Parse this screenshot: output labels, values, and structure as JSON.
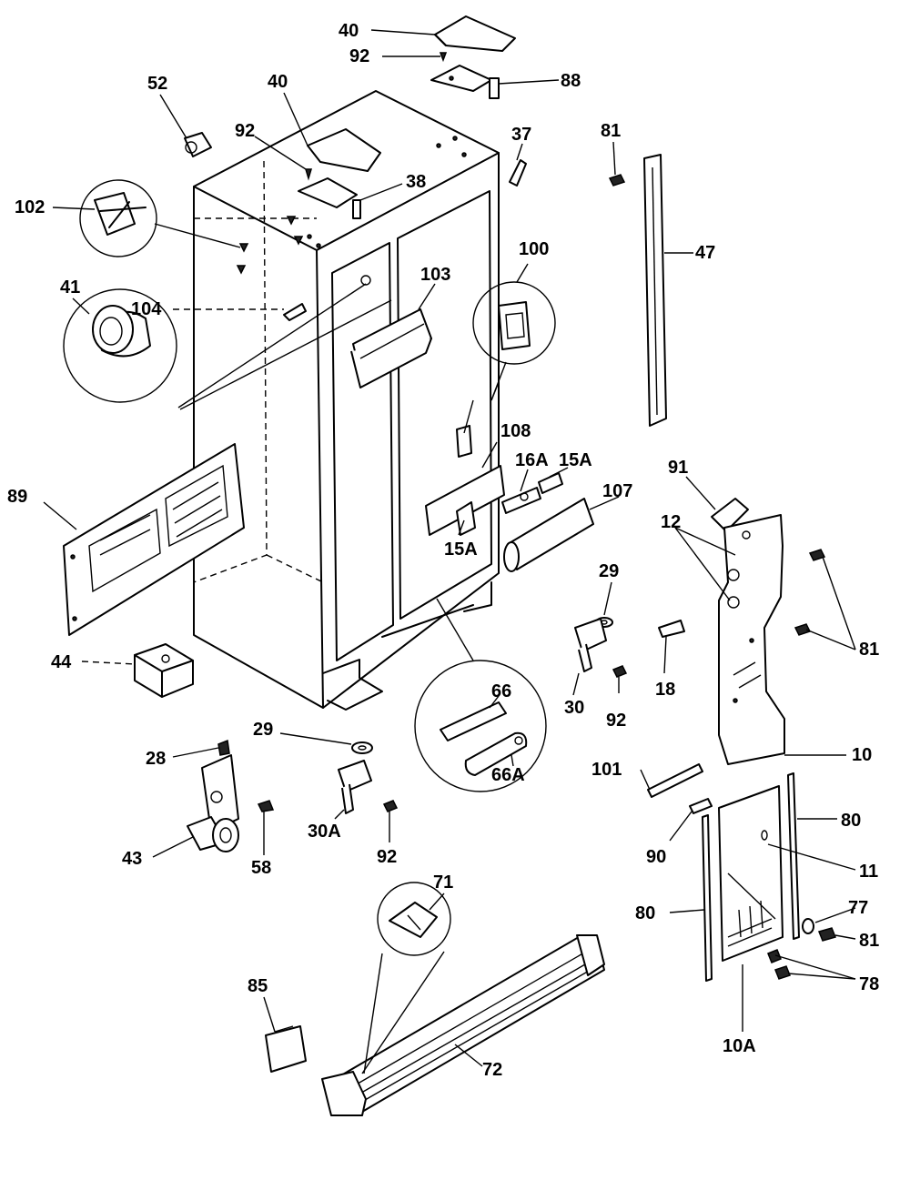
{
  "labels": {
    "l40a": "40",
    "l92a": "92",
    "l88": "88",
    "l52": "52",
    "l40b": "40",
    "l92b": "92",
    "l38": "38",
    "l37": "37",
    "l81a": "81",
    "l47": "47",
    "l102": "102",
    "l100": "100",
    "l103": "103",
    "l104": "104",
    "l41": "41",
    "l108": "108",
    "l16A": "16A",
    "l15Aa": "15A",
    "l107": "107",
    "l15Ab": "15A",
    "l91": "91",
    "l12": "12",
    "l89": "89",
    "l29a": "29",
    "l81b": "81",
    "l44": "44",
    "l18": "18",
    "l66": "66",
    "l30": "30",
    "l92c": "92",
    "l29b": "29",
    "l28": "28",
    "l66A": "66A",
    "l10": "10",
    "l101": "101",
    "l80a": "80",
    "l90": "90",
    "l30A": "30A",
    "l92d": "92",
    "l43": "43",
    "l58": "58",
    "l11": "11",
    "l71": "71",
    "l77": "77",
    "l80b": "80",
    "l81c": "81",
    "l78": "78",
    "l85": "85",
    "l72": "72",
    "l10A": "10A"
  }
}
